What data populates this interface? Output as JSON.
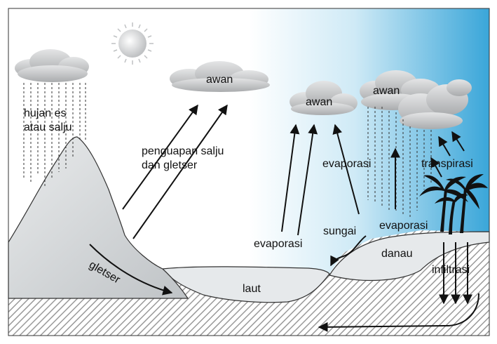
{
  "labels": {
    "hail_snow_line1": "hujan es",
    "hail_snow_line2": "atau salju",
    "cloud_center": "awan",
    "cloud_middle": "awan",
    "cloud_right": "awan",
    "sublimation_line1": "penguapan salju",
    "sublimation_line2": "dan gletser",
    "evaporation_sea": "evaporasi",
    "evaporation_river": "evaporasi",
    "evaporation_lake": "evaporasi",
    "river": "sungai",
    "transpiration": "transpirasi",
    "lake": "danau",
    "infiltration": "infiltrasi",
    "glacier": "gletser",
    "sea": "laut"
  },
  "colors": {
    "sky_light": "#ffffff",
    "sky_blue": "#3aa6d9",
    "ground_hatch": "#9a9a9a",
    "mountain": "#d4d7d9",
    "water": "#e6e9eb",
    "cloud": "#c7c9cb",
    "sun": "#d9dadb",
    "ink": "#111111"
  }
}
